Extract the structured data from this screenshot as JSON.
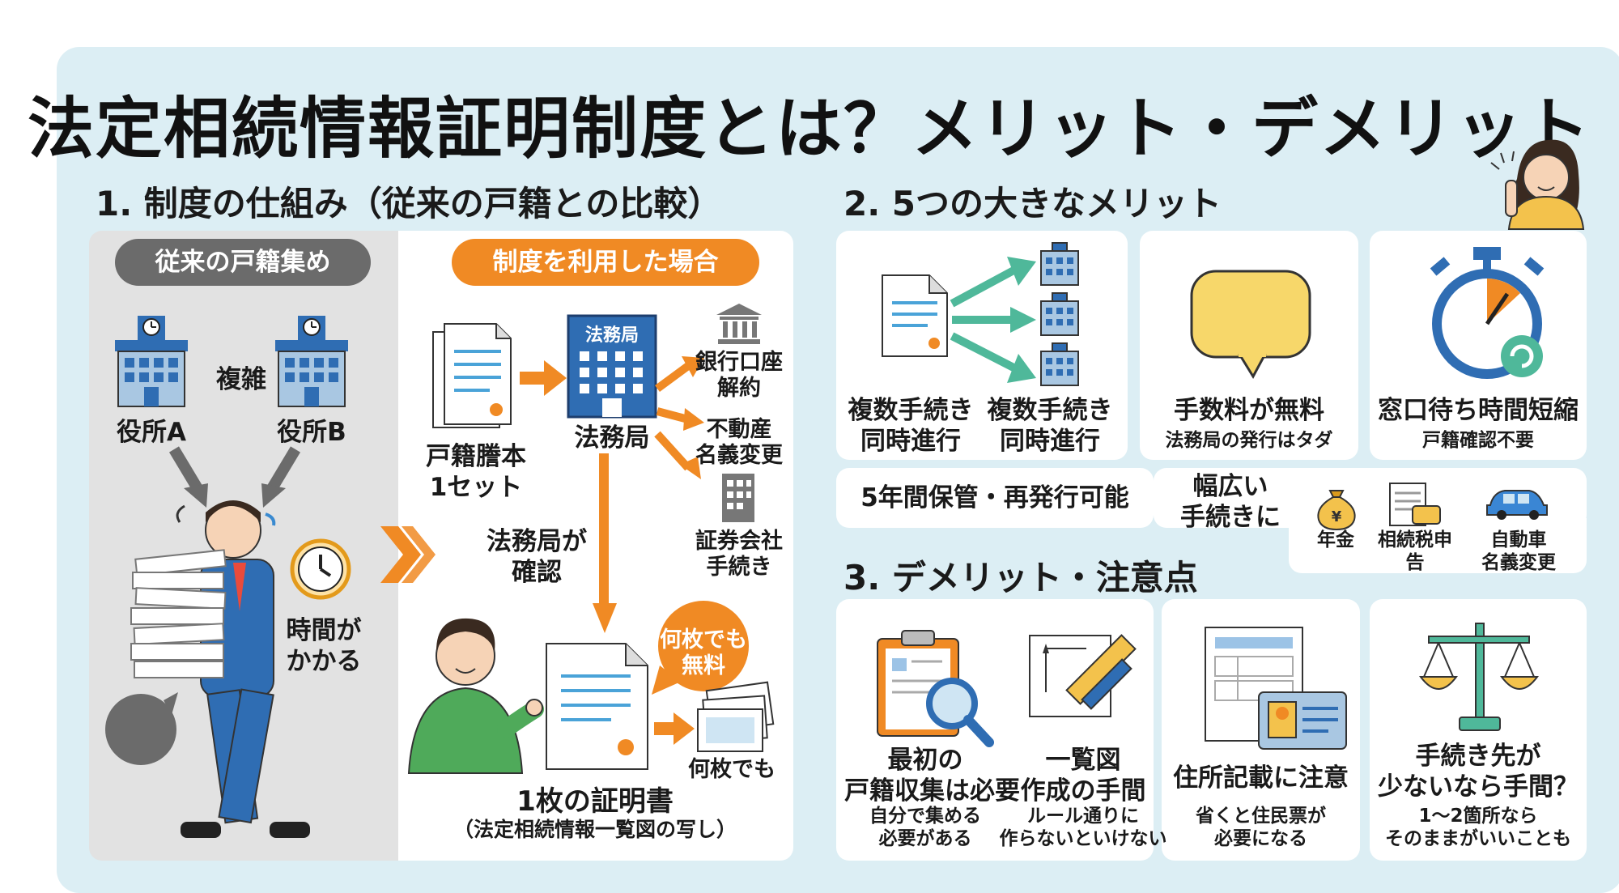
{
  "title": "法定相続情報証明制度とは？メリット・デメリット",
  "section1": {
    "heading": "1. 制度の仕組み（従来の戸籍との比較）",
    "left": {
      "label": "従来の戸籍集め",
      "office_a": "役所A",
      "office_b": "役所B",
      "complex": "複雑",
      "time": "時間が\nかかる"
    },
    "right": {
      "label": "制度を利用した場合",
      "koseki": "戸籍謄本\n1セット",
      "bureau_sign": "法務局",
      "bureau": "法務局",
      "confirm": "法務局が\n確認",
      "bank": "銀行口座\n解約",
      "realestate": "不動産\n名義変更",
      "securities": "証券会社\n手続き",
      "free_bubble": "何枚でも\n無料",
      "many": "何枚でも",
      "certificate": "1枚の証明書",
      "certificate_sub": "（法定相続情報一覧図の写し）"
    }
  },
  "section2": {
    "heading": "2. 5つの大きなメリット",
    "card1_a": "複数手続き\n同時進行",
    "card1_b": "複数手続き\n同時進行",
    "card2_title": "手数料が無料",
    "card2_sub": "法務局の発行はタダ",
    "card3_title": "窓口待ち時間短縮",
    "card3_sub": "戸籍確認不要",
    "card4": "5年間保管・再発行可能",
    "card5_lead": "幅広い\n手続きに",
    "card5_items": [
      "年金",
      "相続税申\n告",
      "自動車\n名義変更"
    ]
  },
  "section3": {
    "heading": "3. デメリット・注意点",
    "items": [
      {
        "title": "最初の\n戸籍収集は必要",
        "sub": "自分で集める\n必要がある"
      },
      {
        "title": "一覧図\n作成の手間",
        "sub": "ルール通りに\n作らないといけない"
      },
      {
        "title": "住所記載に注意",
        "sub": "省くと住民票が\n必要になる"
      },
      {
        "title": "手続き先が\n少ないなら手間？",
        "sub": "1〜2箇所なら\nそのままがいいことも"
      }
    ]
  },
  "colors": {
    "accent": "#f08a24",
    "teal": "#4fb89a",
    "blue": "#2f6db3",
    "panel": "#dceef4"
  }
}
